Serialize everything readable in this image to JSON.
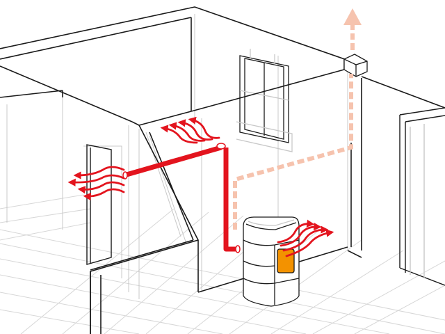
{
  "diagram": {
    "colors": {
      "background": "#ffffff",
      "wall_line": "#1a1a1a",
      "ghost_line": "#c8c8c8",
      "floor_grid": "#d7d7d7",
      "hot_air": "#e3141e",
      "flue_exhaust": "#f6c3ae",
      "stove_body": "#ffffff",
      "stove_window": "#f39200"
    },
    "elements": [
      "room-walls",
      "floor-grid",
      "window-back-wall",
      "door-right-wall",
      "door-left-room",
      "pellet-stove",
      "hot-air-duct",
      "hot-air-arrows",
      "flue-pipe",
      "chimney-terminal",
      "exhaust-arrow"
    ]
  }
}
